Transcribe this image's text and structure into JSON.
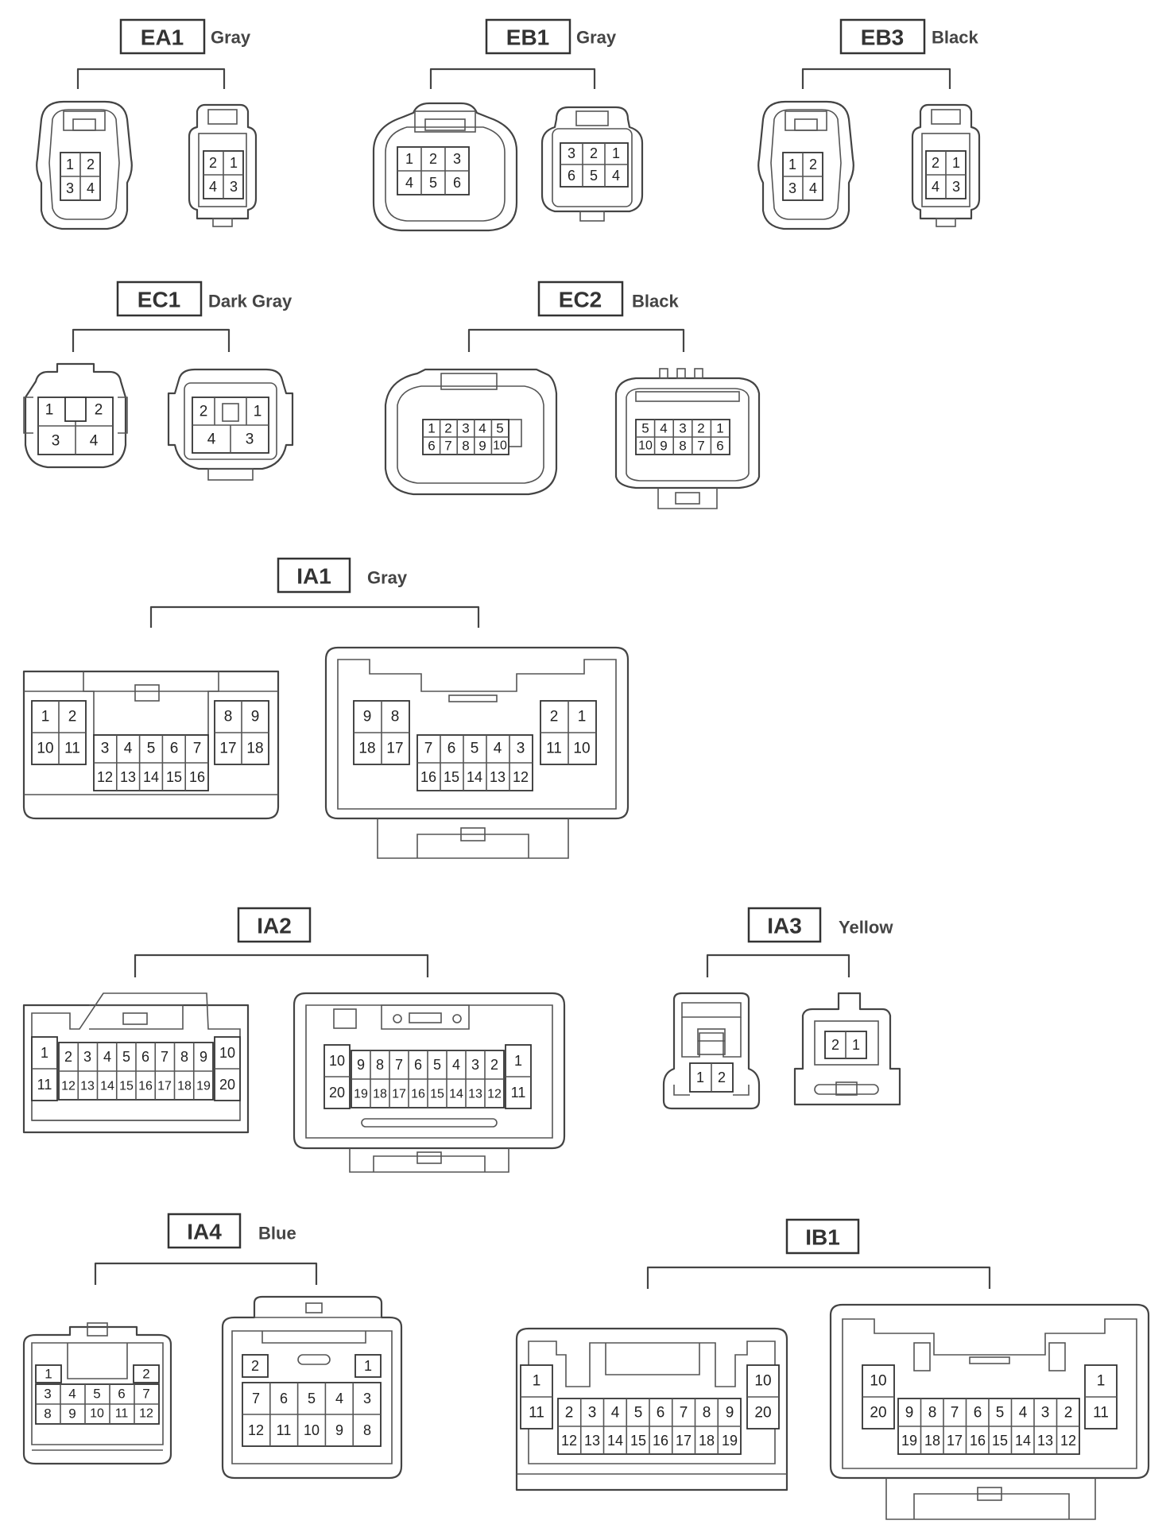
{
  "connectors": {
    "EA1": {
      "code": "EA1",
      "color": "Gray"
    },
    "EB1": {
      "code": "EB1",
      "color": "Gray"
    },
    "EB3": {
      "code": "EB3",
      "color": "Black"
    },
    "EC1": {
      "code": "EC1",
      "color": "Dark Gray"
    },
    "EC2": {
      "code": "EC2",
      "color": "Black"
    },
    "IA1": {
      "code": "IA1",
      "color": "Gray"
    },
    "IA2": {
      "code": "IA2",
      "color": ""
    },
    "IA3": {
      "code": "IA3",
      "color": "Yellow"
    },
    "IA4": {
      "code": "IA4",
      "color": "Blue"
    },
    "IB1": {
      "code": "IB1",
      "color": ""
    }
  }
}
